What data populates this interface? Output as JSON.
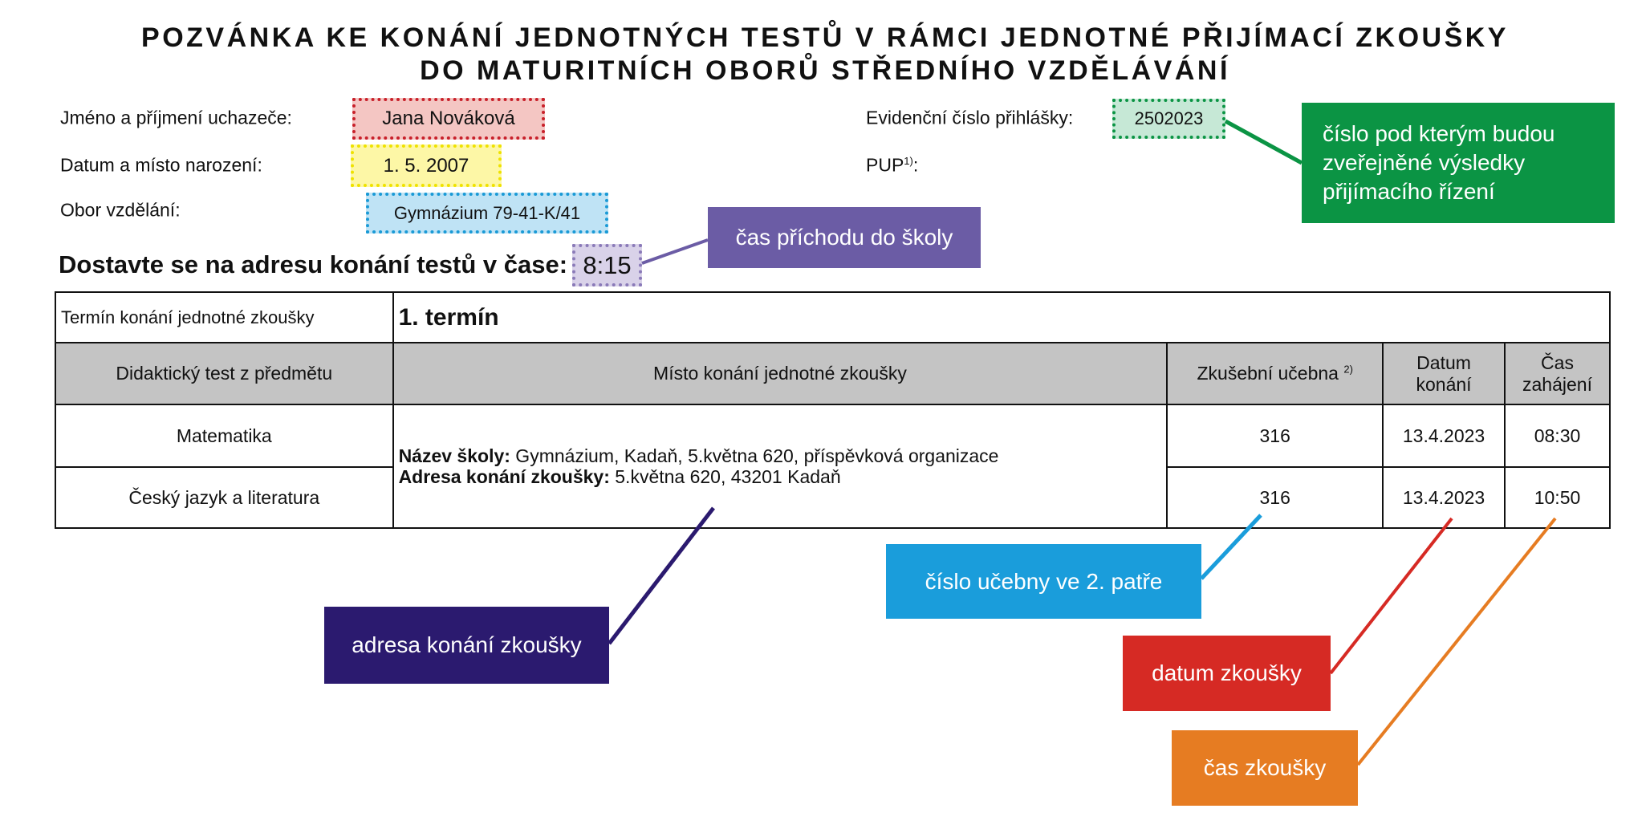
{
  "title": {
    "line1": "POZVÁNKA KE KONÁNÍ JEDNOTNÝCH TESTŮ V RÁMCI JEDNOTNÉ PŘIJÍMACÍ ZKOUŠKY",
    "line2": "DO MATURITNÍCH OBORŮ STŘEDNÍHO VZDĚLÁVÁNÍ"
  },
  "fields": {
    "name_label": "Jméno a příjmení uchazeče:",
    "name_value": "Jana Nováková",
    "birth_label": "Datum a místo narození:",
    "birth_value": "1. 5. 2007",
    "field_label": "Obor vzdělání:",
    "field_value": "Gymnázium 79-41-K/41",
    "evid_label": "Evidenční číslo přihlášky:",
    "evid_value": "2502023",
    "pup_label": "PUP",
    "pup_sup": "1)",
    "pup_colon": ":"
  },
  "arrival": {
    "label": "Dostavte se na adresu konání testů v čase:",
    "time": "8:15"
  },
  "table": {
    "term_label": "Termín konání jednotné zkoušky",
    "term_value": "1. termín",
    "headers": {
      "subject": "Didaktický test z předmětu",
      "place": "Místo konání jednotné zkoušky",
      "room": "Zkušební učebna",
      "room_sup": "2)",
      "date_l1": "Datum",
      "date_l2": "konání",
      "time_l1": "Čas",
      "time_l2": "zahájení"
    },
    "school_label": "Název školy:",
    "school_value": " Gymnázium, Kadaň, 5.května 620, příspěvková organizace",
    "address_label": "Adresa konání zkoušky:",
    "address_value": " 5.května 620, 43201 Kadaň",
    "rows": [
      {
        "subject": "Matematika",
        "room": "316",
        "date": "13.4.2023",
        "time": "08:30"
      },
      {
        "subject": "Český jazyk a literatura",
        "room": "316",
        "date": "13.4.2023",
        "time": "10:50"
      }
    ]
  },
  "callouts": {
    "arrival": "čas příchodu do školy",
    "evid": "číslo pod kterým budou zveřejněné výsledky přijímacího řízení",
    "address": "adresa konání zkoušky",
    "room": "číslo učebny ve 2. patře",
    "date": "datum zkoušky",
    "time": "čas zkoušky"
  },
  "colors": {
    "purple": "#6b5ca5",
    "green": "#0b9444",
    "navy": "#2b1a6f",
    "blue": "#1a9ddb",
    "red": "#d62a24",
    "orange": "#e67c22"
  }
}
